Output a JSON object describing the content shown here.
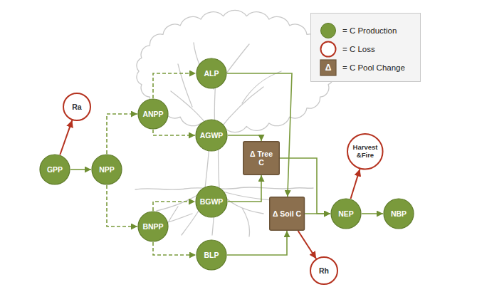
{
  "diagram": {
    "nodes": [
      {
        "text": [
          "GPP"
        ]
      },
      {
        "text": [
          "Ra"
        ]
      },
      {
        "text": [
          "NPP"
        ]
      },
      {
        "text": [
          "ANPP"
        ]
      },
      {
        "text": [
          "ALP"
        ]
      },
      {
        "text": [
          "AGWP"
        ]
      },
      {
        "text": [
          "BGWP"
        ]
      },
      {
        "text": [
          "BNPP"
        ]
      },
      {
        "text": [
          "BLP"
        ]
      },
      {
        "text": [
          "Δ Tree C"
        ]
      },
      {
        "text": [
          "Δ Soil C"
        ]
      },
      {
        "text": [
          "Rh"
        ]
      },
      {
        "text": [
          "NEP"
        ]
      },
      {
        "text": [
          "Harvest &Fire"
        ]
      },
      {
        "text": [
          "NBP"
        ]
      }
    ],
    "edges": [
      {
        "from": 0,
        "to": 1,
        "arrow": "to"
      },
      {
        "from": 0,
        "to": 2,
        "arrow": "to"
      },
      {
        "from": 2,
        "to": 3,
        "arrow": "to"
      },
      {
        "from": 2,
        "to": 7,
        "arrow": "to"
      },
      {
        "from": 3,
        "to": 4,
        "arrow": "to"
      },
      {
        "from": 3,
        "to": 5,
        "arrow": "to"
      },
      {
        "from": 4,
        "to": 10,
        "arrow": "to"
      },
      {
        "from": 5,
        "to": 9,
        "arrow": "to"
      },
      {
        "from": 6,
        "to": 9,
        "arrow": "to"
      },
      {
        "from": 7,
        "to": 6,
        "arrow": "to"
      },
      {
        "from": 7,
        "to": 8,
        "arrow": "to"
      },
      {
        "from": 8,
        "to": 10,
        "arrow": "to"
      },
      {
        "from": 9,
        "to": 12,
        "arrow": "to"
      },
      {
        "from": 10,
        "to": 12,
        "arrow": "to"
      },
      {
        "from": 10,
        "to": 11,
        "arrow": "to"
      },
      {
        "from": 12,
        "to": 13,
        "arrow": "to"
      },
      {
        "from": 12,
        "to": 14,
        "arrow": "to"
      }
    ],
    "labels": [
      "Δ"
    ],
    "legend": [
      {
        "text": "= C Production",
        "color": "#7a9a3c"
      },
      {
        "text": "= C Loss"
      },
      {
        "text": "= C Pool Change",
        "color": "#8b6f4e"
      }
    ]
  }
}
